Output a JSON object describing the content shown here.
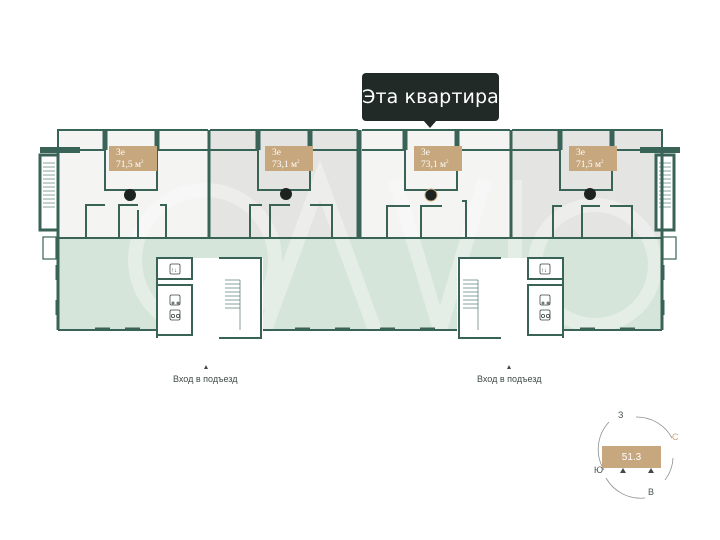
{
  "tooltip": {
    "label": "Эта квартира"
  },
  "apartments": [
    {
      "rooms": "3е",
      "area": "71,5 м",
      "unit_sup": "2",
      "selected": false
    },
    {
      "rooms": "3е",
      "area": "73,1 м",
      "unit_sup": "2",
      "selected": false
    },
    {
      "rooms": "3е",
      "area": "73,1 м",
      "unit_sup": "2",
      "selected": true
    },
    {
      "rooms": "3е",
      "area": "71,5 м",
      "unit_sup": "2",
      "selected": false
    }
  ],
  "entrances": [
    {
      "label": "Вход в подъезд"
    },
    {
      "label": "Вход в подъезд"
    }
  ],
  "compass": {
    "section": "51.3",
    "north": "С",
    "east": "В",
    "south": "Ю",
    "west": "З"
  },
  "colors": {
    "wall": "#3a6358",
    "corridor": "#d6e5da",
    "selected_apartment": "#f4f4f3",
    "other_apartment": "#e4e4e3",
    "label": "#c6a77e",
    "tooltip": "#222a28"
  },
  "icons": {
    "elevator": "elevator-icon",
    "stroller": "stroller-icon",
    "bicycle": "bicycle-icon"
  }
}
